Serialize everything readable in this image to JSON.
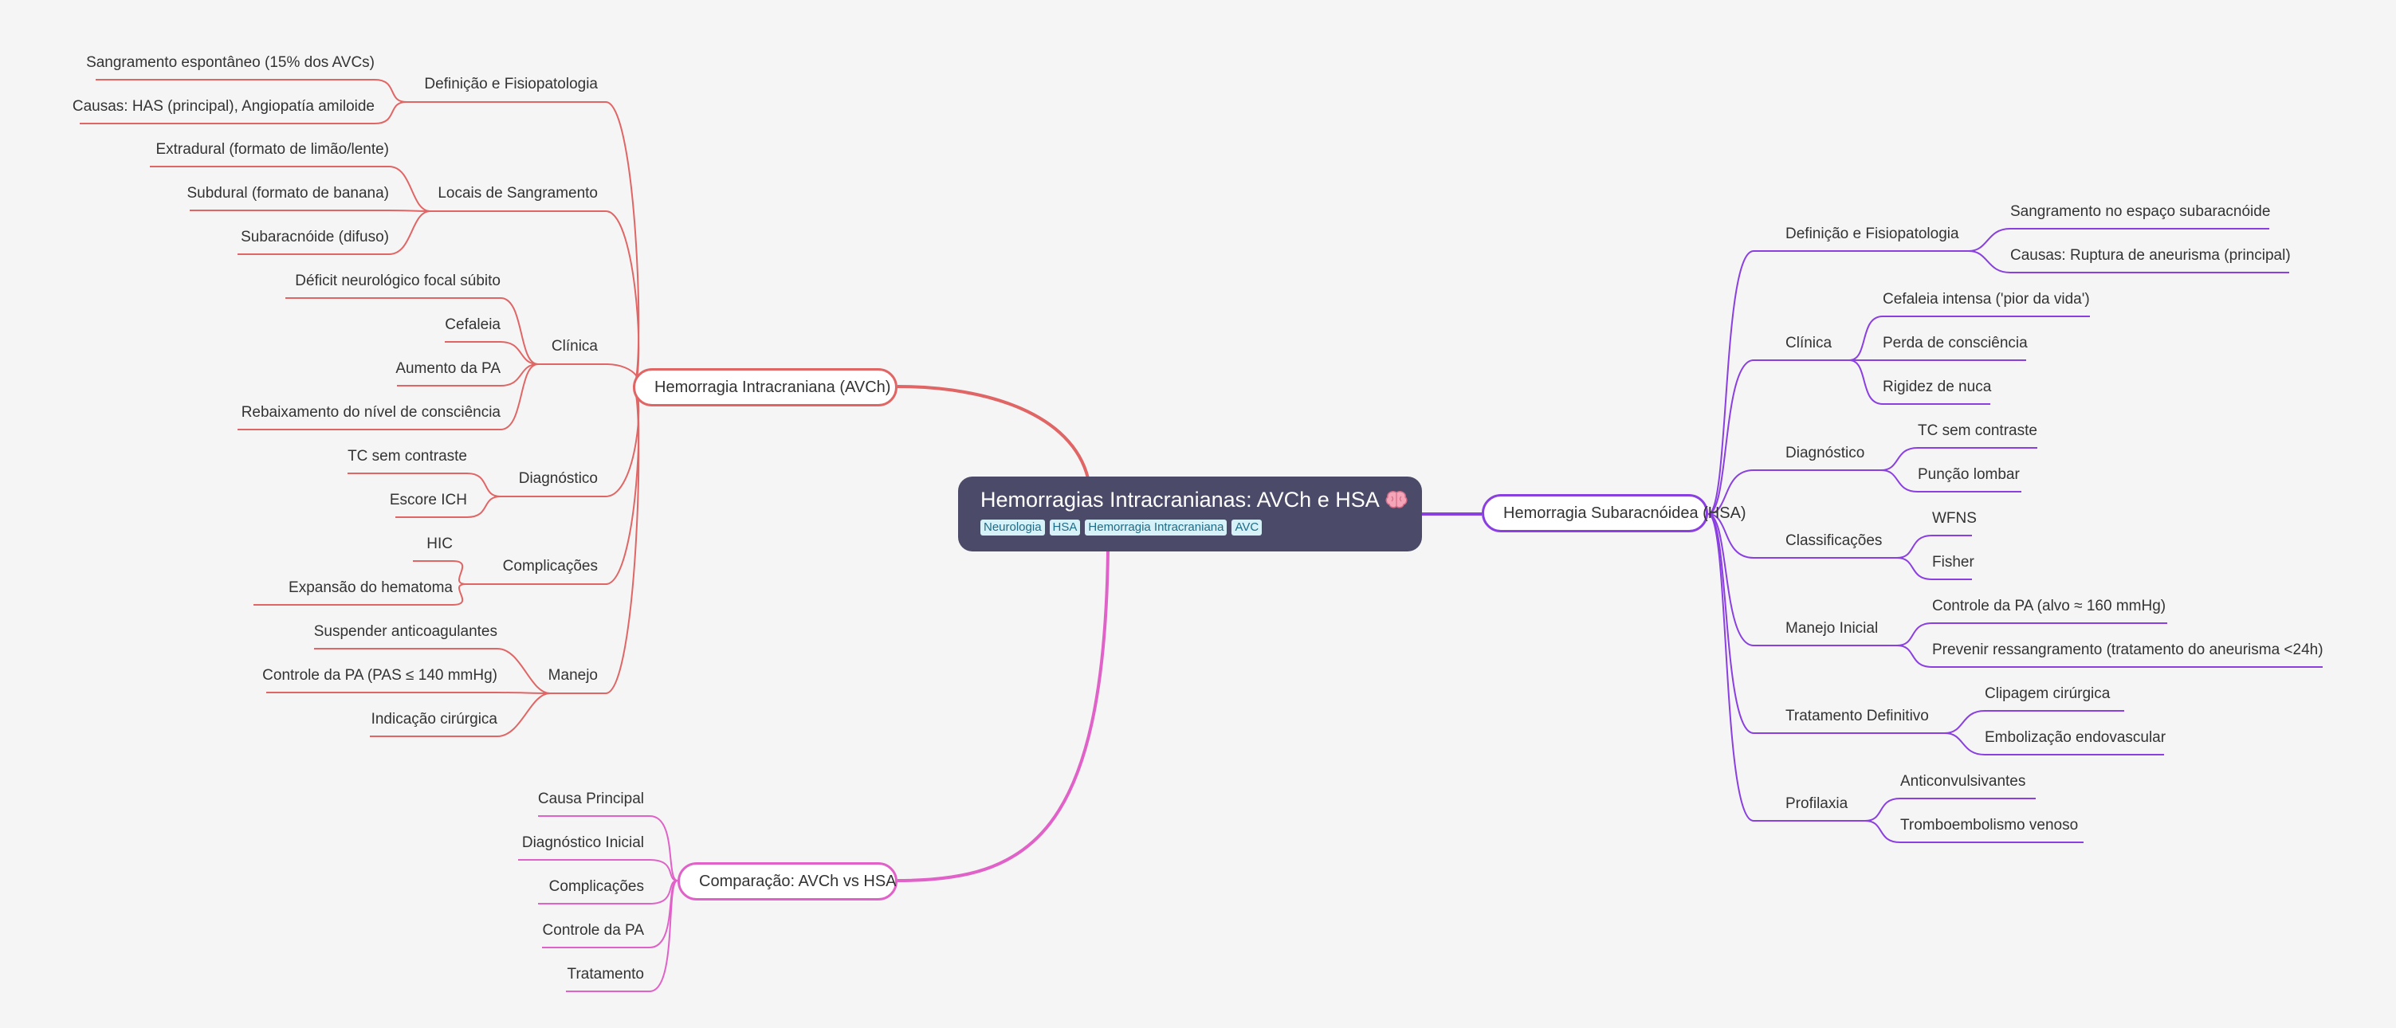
{
  "root": {
    "title": "Hemorragias Intracranianas: AVCh e HSA",
    "icon": "brain-icon",
    "tags": [
      "Neurologia",
      "HSA",
      "Hemorragia Intracraniana",
      "AVC"
    ]
  },
  "colors": {
    "avch": "#e06666",
    "hsa": "#8a3fe0",
    "comp": "#e062c8",
    "root_bg": "#4b4b69",
    "tag_bg": "#d6f1f8"
  },
  "branches": {
    "avch": {
      "label": "Hemorragia Intracraniana (AVCh)",
      "groups": [
        {
          "label": "Definição e Fisiopatologia",
          "children": [
            "Sangramento espontâneo (15% dos AVCs)",
            "Causas: HAS (principal), Angiopatía amiloide"
          ]
        },
        {
          "label": "Locais de Sangramento",
          "children": [
            "Extradural (formato de limão/lente)",
            "Subdural (formato de banana)",
            "Subaracnóide (difuso)"
          ]
        },
        {
          "label": "Clínica",
          "children": [
            "Déficit neurológico focal súbito",
            "Cefaleia",
            "Aumento da PA",
            "Rebaixamento do nível de consciência"
          ]
        },
        {
          "label": "Diagnóstico",
          "children": [
            "TC sem contraste",
            "Escore ICH"
          ]
        },
        {
          "label": "Complicações",
          "children": [
            "HIC",
            "Expansão do hematoma"
          ]
        },
        {
          "label": "Manejo",
          "children": [
            "Suspender anticoagulantes",
            "Controle da PA (PAS ≤ 140 mmHg)",
            "Indicação cirúrgica"
          ]
        }
      ]
    },
    "hsa": {
      "label": "Hemorragia Subaracnóidea (HSA)",
      "groups": [
        {
          "label": "Definição e Fisiopatologia",
          "children": [
            "Sangramento no espaço subaracnóide",
            "Causas: Ruptura de aneurisma (principal)"
          ]
        },
        {
          "label": "Clínica",
          "children": [
            "Cefaleia intensa ('pior da vida')",
            "Perda de consciência",
            "Rigidez de nuca"
          ]
        },
        {
          "label": "Diagnóstico",
          "children": [
            "TC sem contraste",
            "Punção lombar"
          ]
        },
        {
          "label": "Classificações",
          "children": [
            "WFNS",
            "Fisher"
          ]
        },
        {
          "label": "Manejo Inicial",
          "children": [
            "Controle da PA (alvo ≈ 160 mmHg)",
            "Prevenir ressangramento (tratamento do aneurisma <24h)"
          ]
        },
        {
          "label": "Tratamento Definitivo",
          "children": [
            "Clipagem cirúrgica",
            "Embolização endovascular"
          ]
        },
        {
          "label": "Profilaxia",
          "children": [
            "Anticonvulsivantes",
            "Tromboembolismo venoso"
          ]
        }
      ]
    },
    "comp": {
      "label": "Comparação: AVCh vs HSA",
      "children": [
        "Causa Principal",
        "Diagnóstico Inicial",
        "Complicações",
        "Controle da PA",
        "Tratamento"
      ]
    }
  }
}
